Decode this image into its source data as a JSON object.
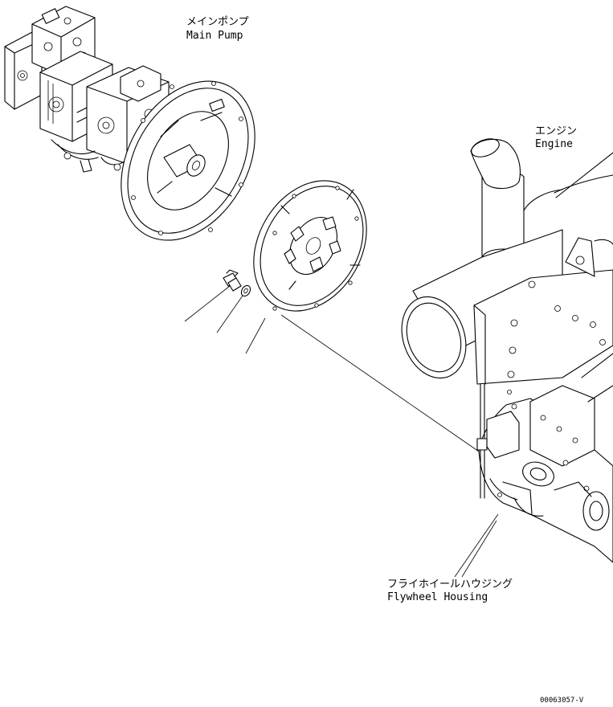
{
  "callouts": {
    "main_pump": {
      "jp": "メインポンプ",
      "en": "Main Pump"
    },
    "engine": {
      "jp": "エンジン",
      "en": "Engine"
    },
    "flywheel_housing": {
      "jp": "フライホイールハウジング",
      "en": "Flywheel Housing"
    }
  },
  "drawing_code": "00063057-V"
}
